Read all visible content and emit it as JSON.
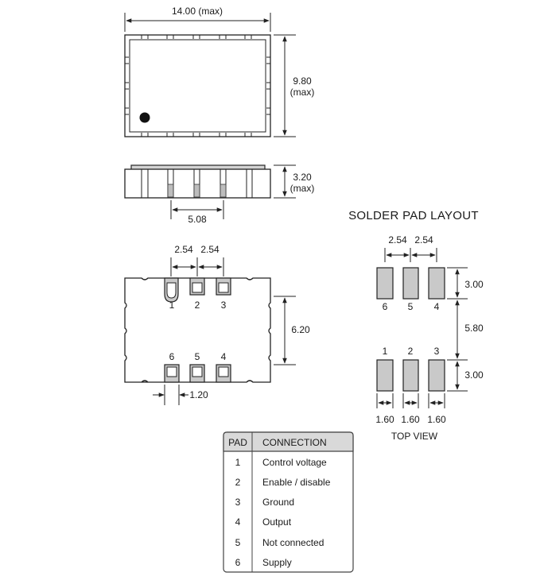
{
  "top_view_dims": {
    "width": "14.00 (max)",
    "height_value": "9.80",
    "height_note": "(max)"
  },
  "side_view_dims": {
    "height_value": "3.20",
    "height_note": "(max)",
    "pad_span": "5.08"
  },
  "bottom_view_dims": {
    "pitch_a": "2.54",
    "pitch_b": "2.54",
    "row_spacing": "6.20",
    "pad_width": "1.20"
  },
  "bottom_pins_top": [
    "1",
    "2",
    "3"
  ],
  "bottom_pins_bottom": [
    "6",
    "5",
    "4"
  ],
  "solder_layout": {
    "title": "SOLDER PAD LAYOUT",
    "pitch_a": "2.54",
    "pitch_b": "2.54",
    "pad_height_top": "3.00",
    "gap": "5.80",
    "pad_height_bottom": "3.00",
    "pins_top": [
      "6",
      "5",
      "4"
    ],
    "pins_bottom": [
      "1",
      "2",
      "3"
    ],
    "pad_widths": [
      "1.60",
      "1.60",
      "1.60"
    ],
    "caption": "TOP VIEW"
  },
  "pad_table": {
    "headers": [
      "PAD",
      "CONNECTION"
    ],
    "rows": [
      {
        "pad": "1",
        "connection": "Control voltage"
      },
      {
        "pad": "2",
        "connection": "Enable / disable"
      },
      {
        "pad": "3",
        "connection": "Ground"
      },
      {
        "pad": "4",
        "connection": "Output"
      },
      {
        "pad": "5",
        "connection": "Not connected"
      },
      {
        "pad": "6",
        "connection": "Supply"
      }
    ]
  }
}
